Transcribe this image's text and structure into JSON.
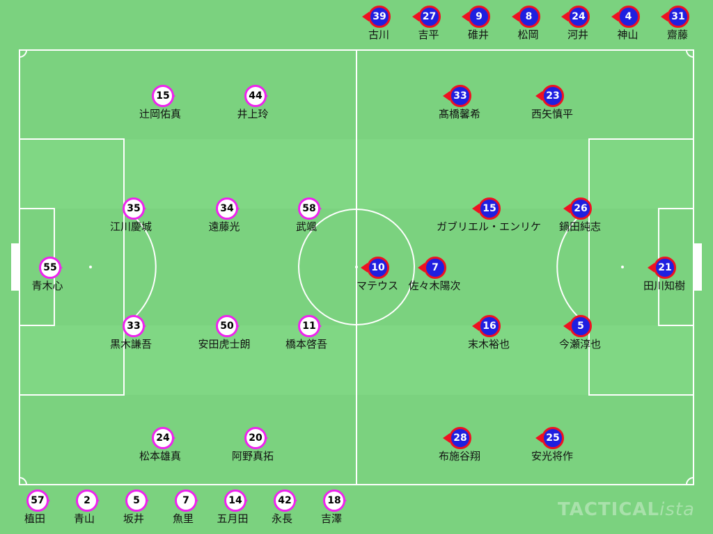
{
  "colors": {
    "grass": "#7bd27f",
    "lines": "#ffffff",
    "home_outline": "#ee22ee",
    "home_fill": "#ffffff",
    "away_outline": "#ee1122",
    "away_fill": "#1f1fe0"
  },
  "watermark": {
    "main": "TACTICAL",
    "italic": "ista"
  },
  "home_lineup": [
    {
      "id": "h55",
      "number": "55",
      "name": "青木心"
    },
    {
      "id": "h35",
      "number": "35",
      "name": "江川慶城"
    },
    {
      "id": "h33",
      "number": "33",
      "name": "黒木謙吾"
    },
    {
      "id": "h34",
      "number": "34",
      "name": "遠藤光"
    },
    {
      "id": "h50",
      "number": "50",
      "name": "安田虎士朗"
    },
    {
      "id": "h58",
      "number": "58",
      "name": "武颯"
    },
    {
      "id": "h11",
      "number": "11",
      "name": "橋本啓吾"
    },
    {
      "id": "h15",
      "number": "15",
      "name": "辻岡佑真"
    },
    {
      "id": "h44",
      "number": "44",
      "name": "井上玲"
    },
    {
      "id": "h24",
      "number": "24",
      "name": "松本雄真"
    },
    {
      "id": "h20",
      "number": "20",
      "name": "阿野真拓"
    }
  ],
  "home_subs": [
    {
      "number": "57",
      "name": "植田"
    },
    {
      "number": "2",
      "name": "青山"
    },
    {
      "number": "5",
      "name": "坂井"
    },
    {
      "number": "7",
      "name": "魚里"
    },
    {
      "number": "14",
      "name": "五月田"
    },
    {
      "number": "42",
      "name": "永長"
    },
    {
      "number": "18",
      "name": "吉澤"
    }
  ],
  "away_lineup": [
    {
      "id": "a21",
      "number": "21",
      "name": "田川知樹"
    },
    {
      "id": "a26",
      "number": "26",
      "name": "鍋田純志"
    },
    {
      "id": "a5",
      "number": "5",
      "name": "今瀬淳也"
    },
    {
      "id": "a15",
      "number": "15",
      "name": "ガブリエル・エンリケ"
    },
    {
      "id": "a16",
      "number": "16",
      "name": "末木裕也"
    },
    {
      "id": "a10",
      "number": "10",
      "name": "マテウス"
    },
    {
      "id": "a7",
      "number": "7",
      "name": "佐々木陽次"
    },
    {
      "id": "a33",
      "number": "33",
      "name": "髙橋馨希"
    },
    {
      "id": "a23",
      "number": "23",
      "name": "西矢慎平"
    },
    {
      "id": "a28",
      "number": "28",
      "name": "布施谷翔"
    },
    {
      "id": "a25",
      "number": "25",
      "name": "安光将作"
    }
  ],
  "away_subs": [
    {
      "number": "39",
      "name": "古川"
    },
    {
      "number": "27",
      "name": "吉平"
    },
    {
      "number": "9",
      "name": "碓井"
    },
    {
      "number": "8",
      "name": "松岡"
    },
    {
      "number": "24",
      "name": "河井"
    },
    {
      "number": "4",
      "name": "神山"
    },
    {
      "number": "31",
      "name": "齋藤"
    }
  ]
}
